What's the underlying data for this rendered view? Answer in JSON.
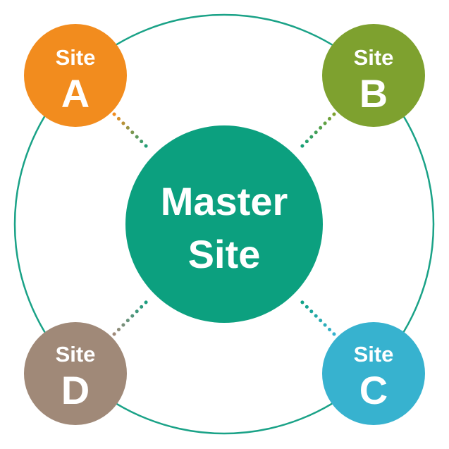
{
  "diagram": {
    "center": {
      "line1": "Master",
      "line2": "Site",
      "color": "#0ca07f"
    },
    "ring_color": "#1aa287",
    "sites": {
      "a": {
        "label": "Site",
        "letter": "A",
        "color": "#f28c1e"
      },
      "b": {
        "label": "Site",
        "letter": "B",
        "color": "#7ea12f"
      },
      "c": {
        "label": "Site",
        "letter": "C",
        "color": "#37b2cf"
      },
      "d": {
        "label": "Site",
        "letter": "D",
        "color": "#a08978"
      }
    }
  }
}
